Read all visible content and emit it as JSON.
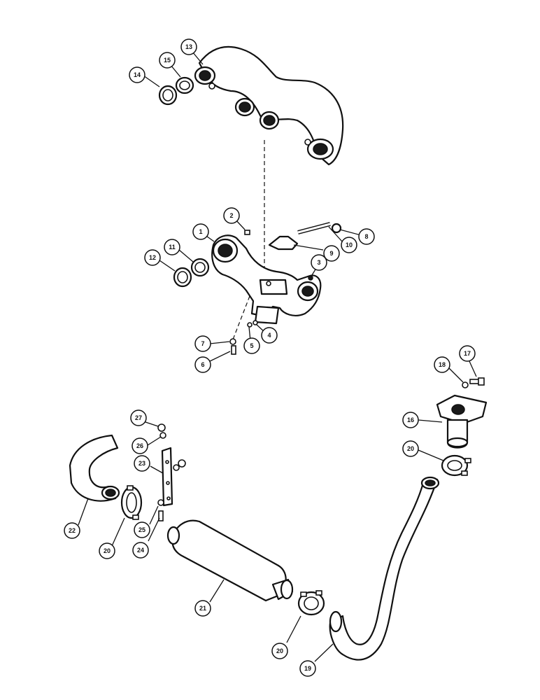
{
  "diagram": {
    "callouts": [
      {
        "id": "c1",
        "label": "1"
      },
      {
        "id": "c2",
        "label": "2"
      },
      {
        "id": "c3",
        "label": "3"
      },
      {
        "id": "c4",
        "label": "4"
      },
      {
        "id": "c5",
        "label": "5"
      },
      {
        "id": "c6",
        "label": "6"
      },
      {
        "id": "c7",
        "label": "7"
      },
      {
        "id": "c8",
        "label": "8"
      },
      {
        "id": "c9",
        "label": "9"
      },
      {
        "id": "c10",
        "label": "10"
      },
      {
        "id": "c11",
        "label": "11"
      },
      {
        "id": "c12",
        "label": "12"
      },
      {
        "id": "c13",
        "label": "13"
      },
      {
        "id": "c14",
        "label": "14"
      },
      {
        "id": "c15",
        "label": "15"
      },
      {
        "id": "c16",
        "label": "16"
      },
      {
        "id": "c17",
        "label": "17"
      },
      {
        "id": "c18",
        "label": "18"
      },
      {
        "id": "c19",
        "label": "19"
      },
      {
        "id": "c20a",
        "label": "20"
      },
      {
        "id": "c20b",
        "label": "20"
      },
      {
        "id": "c20c",
        "label": "20"
      },
      {
        "id": "c21",
        "label": "21"
      },
      {
        "id": "c22",
        "label": "22"
      },
      {
        "id": "c23",
        "label": "23"
      },
      {
        "id": "c24",
        "label": "24"
      },
      {
        "id": "c25",
        "label": "25"
      },
      {
        "id": "c26",
        "label": "26"
      },
      {
        "id": "c27",
        "label": "27"
      }
    ]
  }
}
